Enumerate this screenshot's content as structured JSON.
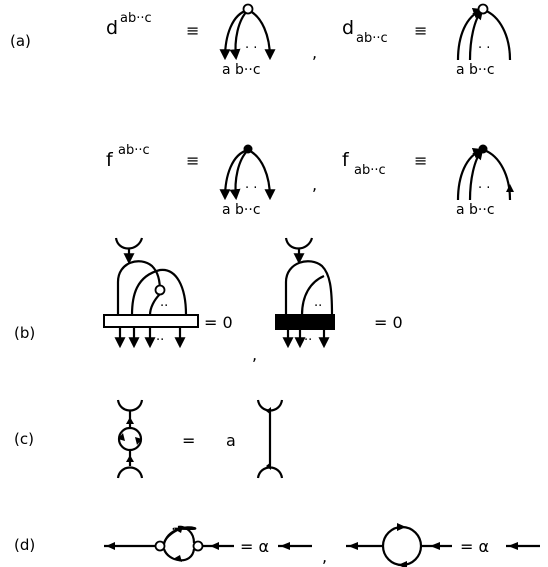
{
  "panels": {
    "a": {
      "label": "(a)",
      "defs": [
        {
          "base": "d",
          "script": "ab··c",
          "script_pos": "upper",
          "vertex": "open",
          "arrows": "down",
          "indices": "a b··c"
        },
        {
          "base": "d",
          "script": "ab··c",
          "script_pos": "lower",
          "vertex": "open",
          "arrows": "up",
          "indices": "a b··c"
        },
        {
          "base": "f",
          "script": "ab··c",
          "script_pos": "upper",
          "vertex": "filled",
          "arrows": "down",
          "indices": "a b··c"
        },
        {
          "base": "f",
          "script": "ab··c",
          "script_pos": "lower",
          "vertex": "filled",
          "arrows": "up",
          "indices": "a b··c"
        }
      ],
      "equiv": "≡",
      "comma": ","
    },
    "b": {
      "label": "(b)",
      "rhs": "= 0",
      "comma": ",",
      "dots": "··"
    },
    "c": {
      "label": "(c)",
      "equals": "=",
      "coefficient": "a"
    },
    "d": {
      "label": "(d)",
      "rhs": "= α",
      "comma": ","
    }
  },
  "icons": [
    "open-vertex-icon",
    "filled-vertex-icon",
    "arrow-icon",
    "box-icon"
  ]
}
